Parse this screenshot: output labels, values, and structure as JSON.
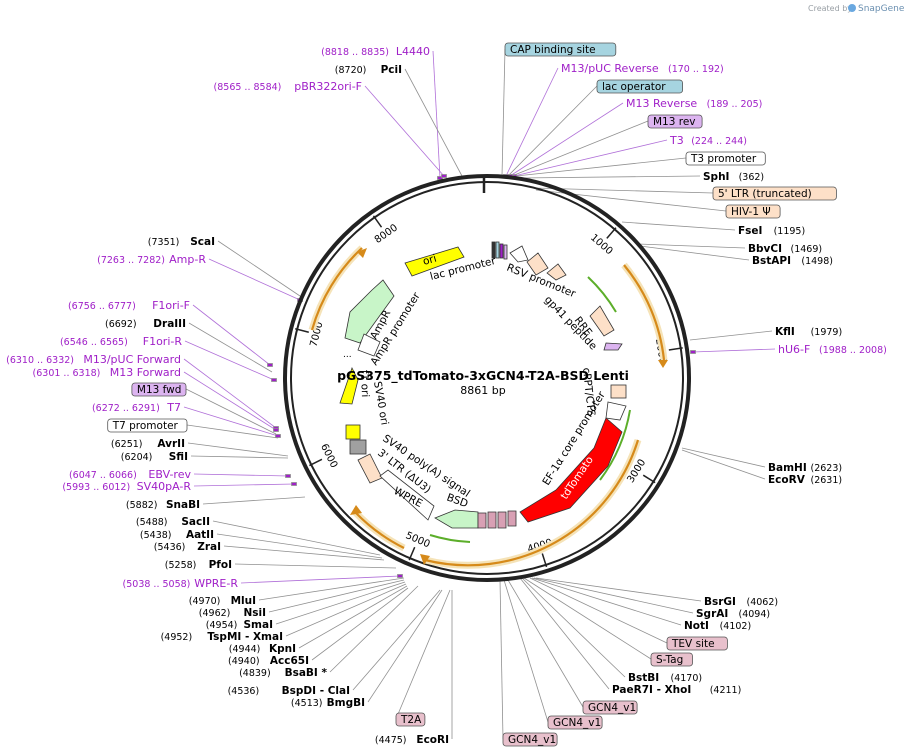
{
  "plasmid": {
    "name": "pGS375_tdTomato-3xGCN4-T2A-BSD Lenti",
    "size": "8861 bp",
    "total_bp": 8861
  },
  "brand": {
    "created_by": "Created by",
    "app": "SnapGene"
  },
  "colors": {
    "purple": "#a020c8",
    "ori_yellow": "#ffff00",
    "ampr_green": "#c8f5c8",
    "td_red": "#ff0000",
    "peach": "#fde0c8",
    "cap_blue": "#a6d4e0",
    "m13_purple": "#dcb4f0",
    "tag_pink": "#e8c0cc",
    "gray": "#a0a0a0"
  },
  "ticks": [
    "1000",
    "2000",
    "3000",
    "4000",
    "5000",
    "6000",
    "7000",
    "8000"
  ],
  "inner_labels": [
    "lac promoter",
    "ori",
    "RSV promoter",
    "AmpR",
    "AmpR promoter",
    "gp41 peptide",
    "RRE",
    "...",
    "f1 ori",
    "SV40 ori",
    "cPPT/CTS",
    "EF-1α core promoter",
    "tdTomato",
    "SV40 poly(A) signal",
    "3' LTR (ΔU3)",
    "WPRE",
    "BSD"
  ],
  "labels": [
    {
      "coord": "(8818 .. 8835)",
      "name": "L4440",
      "style": "purple"
    },
    {
      "coord": "(8720)",
      "name": "PciI",
      "style": "bold"
    },
    {
      "coord": "(8565 .. 8584)",
      "name": "pBR322ori-F",
      "style": "purple"
    },
    {
      "coord": "(7351)",
      "name": "ScaI",
      "style": "bold"
    },
    {
      "coord": "(7263 .. 7282)",
      "name": "Amp-R",
      "style": "purple"
    },
    {
      "coord": "(6756 .. 6777)",
      "name": "F1ori-F",
      "style": "purple"
    },
    {
      "coord": "(6692)",
      "name": "DraIII",
      "style": "bold"
    },
    {
      "coord": "(6546 .. 6565)",
      "name": "F1ori-R",
      "style": "purple"
    },
    {
      "coord": "(6310 .. 6332)",
      "name": "M13/pUC Forward",
      "style": "purple"
    },
    {
      "coord": "(6301 .. 6318)",
      "name": "M13 Forward",
      "style": "purple"
    },
    {
      "coord": "",
      "name": "M13 fwd",
      "style": "box-m13"
    },
    {
      "coord": "(6272 .. 6291)",
      "name": "T7",
      "style": "purple"
    },
    {
      "coord": "",
      "name": "T7 promoter",
      "style": "box-white"
    },
    {
      "coord": "(6251)",
      "name": "AvrII",
      "style": "bold"
    },
    {
      "coord": "(6204)",
      "name": "SfiI",
      "style": "bold"
    },
    {
      "coord": "(6047 .. 6066)",
      "name": "EBV-rev",
      "style": "purple"
    },
    {
      "coord": "(5993 .. 6012)",
      "name": "SV40pA-R",
      "style": "purple"
    },
    {
      "coord": "(5882)",
      "name": "SnaBI",
      "style": "bold"
    },
    {
      "coord": "(5488)",
      "name": "SacII",
      "style": "bold"
    },
    {
      "coord": "(5438)",
      "name": "AatII",
      "style": "bold"
    },
    {
      "coord": "(5436)",
      "name": "ZraI",
      "style": "bold"
    },
    {
      "coord": "(5258)",
      "name": "PfoI",
      "style": "bold"
    },
    {
      "coord": "(5038 .. 5058)",
      "name": "WPRE-R",
      "style": "purple"
    },
    {
      "coord": "(4970)",
      "name": "MluI",
      "style": "bold"
    },
    {
      "coord": "(4962)",
      "name": "NsiI",
      "style": "bold"
    },
    {
      "coord": "(4954)",
      "name": "SmaI",
      "style": "bold"
    },
    {
      "coord": "(4952)",
      "name": "TspMI - XmaI",
      "style": "bold"
    },
    {
      "coord": "(4944)",
      "name": "KpnI",
      "style": "bold"
    },
    {
      "coord": "(4940)",
      "name": "Acc65I",
      "style": "bold"
    },
    {
      "coord": "(4839)",
      "name": "BsaBI *",
      "style": "bold"
    },
    {
      "coord": "(4536)",
      "name": "BspDI - ClaI",
      "style": "bold"
    },
    {
      "coord": "(4513)",
      "name": "BmgBI",
      "style": "bold"
    },
    {
      "coord": "",
      "name": "T2A",
      "style": "box-pink"
    },
    {
      "coord": "(4475)",
      "name": "EcoRI",
      "style": "bold"
    },
    {
      "coord": "",
      "name": "GCN4_v1",
      "style": "box-pink"
    },
    {
      "coord": "",
      "name": "GCN4_v1",
      "style": "box-pink"
    },
    {
      "coord": "",
      "name": "GCN4_v1",
      "style": "box-pink"
    },
    {
      "coord": "(4211)",
      "name": "PaeR7I - XhoI",
      "style": "bold"
    },
    {
      "coord": "(4170)",
      "name": "BstBI",
      "style": "bold"
    },
    {
      "coord": "",
      "name": "S-Tag",
      "style": "box-pink"
    },
    {
      "coord": "",
      "name": "TEV site",
      "style": "box-pink"
    },
    {
      "coord": "(4102)",
      "name": "NotI",
      "style": "bold"
    },
    {
      "coord": "(4094)",
      "name": "SgrAI",
      "style": "bold"
    },
    {
      "coord": "(4062)",
      "name": "BsrGI",
      "style": "bold"
    },
    {
      "coord": "(2631)",
      "name": "EcoRV",
      "style": "bold"
    },
    {
      "coord": "(2623)",
      "name": "BamHI",
      "style": "bold"
    },
    {
      "coord": "(1988 .. 2008)",
      "name": "hU6-F",
      "style": "purple"
    },
    {
      "coord": "(1979)",
      "name": "KflI",
      "style": "bold"
    },
    {
      "coord": "(1498)",
      "name": "BstAPI",
      "style": "bold"
    },
    {
      "coord": "(1469)",
      "name": "BbvCI",
      "style": "bold"
    },
    {
      "coord": "(1195)",
      "name": "FseI",
      "style": "bold"
    },
    {
      "coord": "",
      "name": "HIV-1 Ψ",
      "style": "box-peach"
    },
    {
      "coord": "",
      "name": "5' LTR (truncated)",
      "style": "box-peach"
    },
    {
      "coord": "(362)",
      "name": "SphI",
      "style": "bold"
    },
    {
      "coord": "",
      "name": "T3 promoter",
      "style": "box-white"
    },
    {
      "coord": "(224 .. 244)",
      "name": "T3",
      "style": "purple"
    },
    {
      "coord": "",
      "name": "M13 rev",
      "style": "box-m13"
    },
    {
      "coord": "(189 .. 205)",
      "name": "M13 Reverse",
      "style": "purple"
    },
    {
      "coord": "",
      "name": "lac operator",
      "style": "box-cap"
    },
    {
      "coord": "(170 .. 192)",
      "name": "M13/pUC Reverse",
      "style": "purple"
    },
    {
      "coord": "",
      "name": "CAP binding site",
      "style": "box-cap"
    }
  ]
}
